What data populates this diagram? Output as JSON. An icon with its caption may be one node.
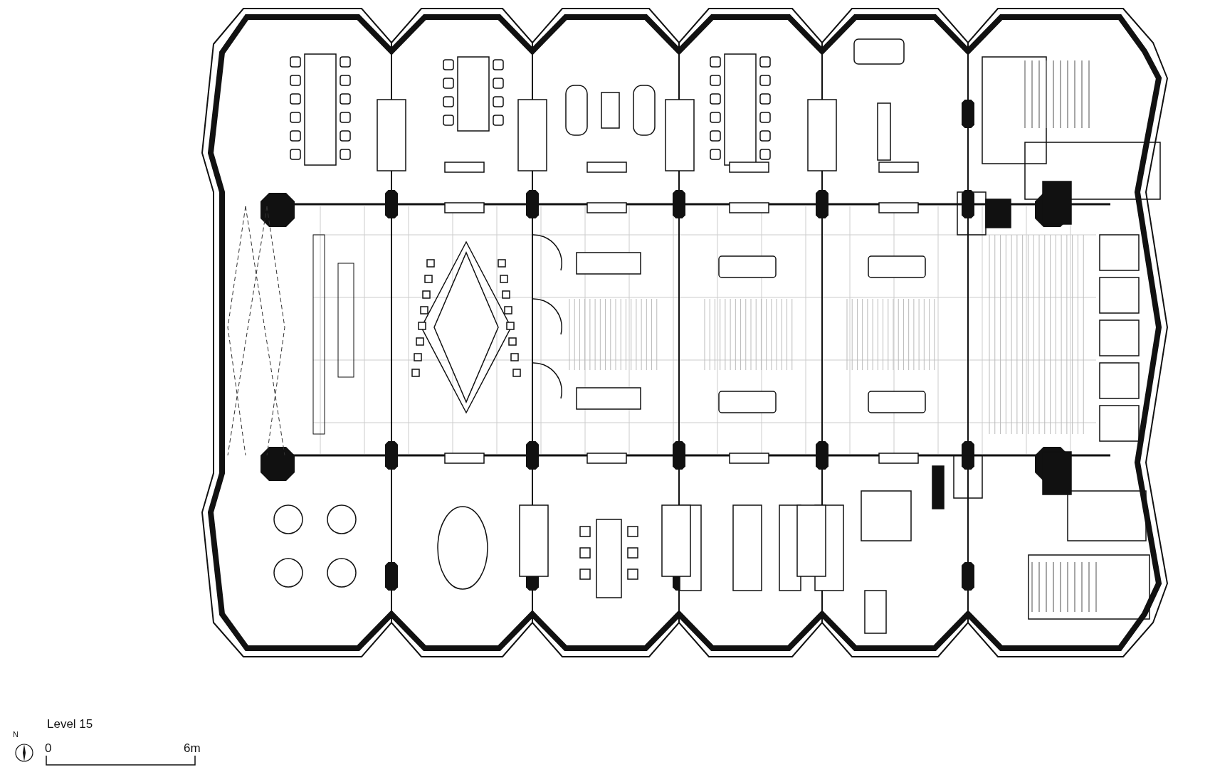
{
  "diagram": {
    "title": "Level 15",
    "labels": [
      "N",
      "0",
      "6m"
    ]
  }
}
